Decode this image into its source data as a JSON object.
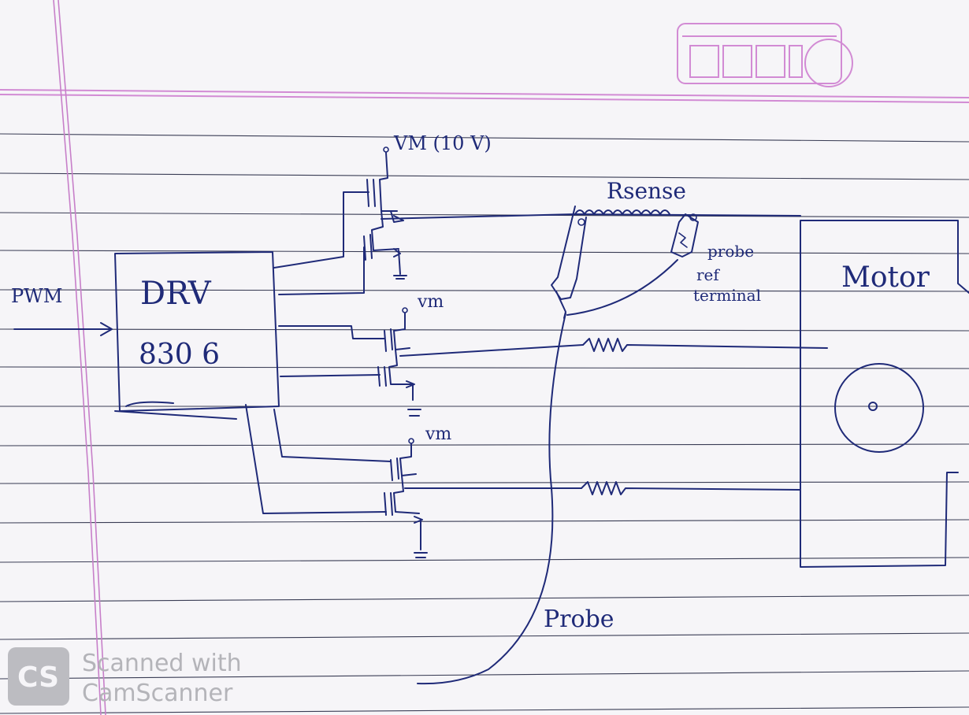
{
  "labels": {
    "pwm": "PWM",
    "driver_line1": "DRV",
    "driver_line2": "830 6",
    "vm_main": "VM (10 V)",
    "vm_phase2": "vm",
    "vm_phase3": "vm",
    "rsense": "Rsense",
    "probe_ref_line1": "probe",
    "probe_ref_line2": "ref",
    "probe_ref_line3": "terminal",
    "motor": "Motor",
    "probe": "Probe"
  },
  "watermark": {
    "logo": "CS",
    "line1": "Scanned with",
    "line2": "CamScanner"
  },
  "colors": {
    "ink": "#1f2a78",
    "paper": "#f6f5f8",
    "rule": "#3a3d55",
    "margin": "#c77fc9",
    "watermark": "#b4b4b9"
  }
}
